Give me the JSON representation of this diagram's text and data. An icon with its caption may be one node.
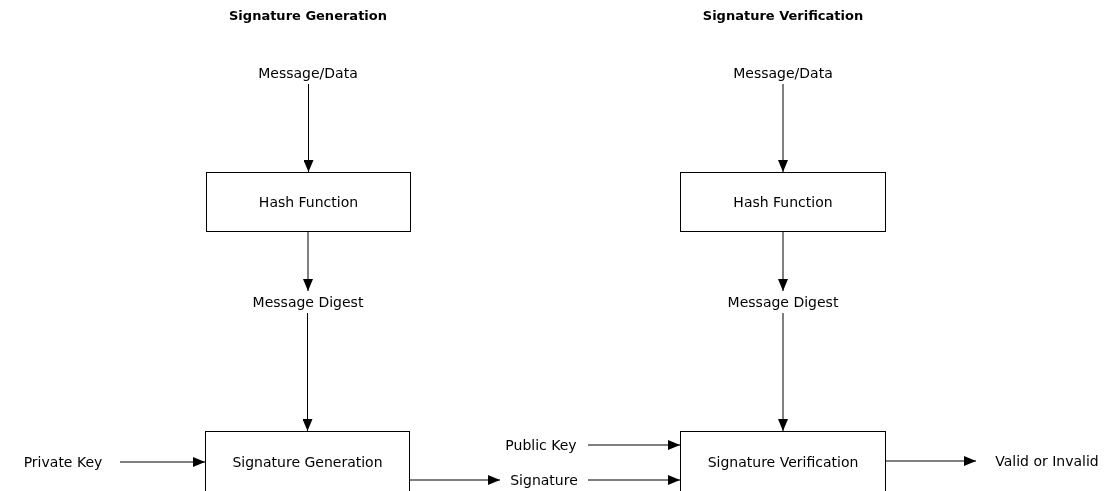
{
  "diagram": {
    "nodes": [
      {
        "text": [
          "Message/Data"
        ]
      },
      {
        "text": [
          "Hash Function"
        ]
      },
      {
        "text": [
          "Message Digest"
        ]
      },
      {
        "text": [
          "Private Key"
        ]
      },
      {
        "text": [
          "Signature Generation"
        ]
      },
      {
        "text": [
          "Message/Data"
        ]
      },
      {
        "text": [
          "Hash Function"
        ]
      },
      {
        "text": [
          "Message Digest"
        ]
      },
      {
        "text": [
          "Public Key"
        ]
      },
      {
        "text": [
          "Signature"
        ]
      },
      {
        "text": [
          "Signature Verification"
        ]
      },
      {
        "text": [
          "Valid or Invalid"
        ]
      }
    ],
    "edges": [
      {
        "from": 0,
        "to": 1,
        "arrow": "to"
      },
      {
        "from": 1,
        "to": 2,
        "arrow": "to"
      },
      {
        "from": 2,
        "to": 4,
        "arrow": "to"
      },
      {
        "from": 3,
        "to": 4,
        "arrow": "to"
      },
      {
        "from": 4,
        "to": 9,
        "arrow": "to"
      },
      {
        "from": 5,
        "to": 6,
        "arrow": "to"
      },
      {
        "from": 6,
        "to": 7,
        "arrow": "to"
      },
      {
        "from": 7,
        "to": 10,
        "arrow": "to"
      },
      {
        "from": 8,
        "to": 10,
        "arrow": "to"
      },
      {
        "from": 9,
        "to": 10,
        "arrow": "to"
      },
      {
        "from": 10,
        "to": 11,
        "arrow": "to"
      }
    ],
    "labels": [
      "Signature Generation",
      "Signature Verification"
    ]
  }
}
